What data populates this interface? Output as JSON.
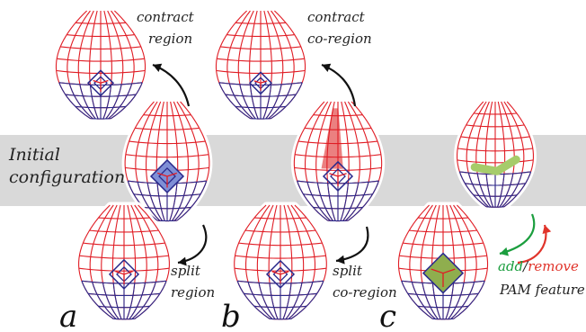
{
  "band_label": [
    "Initial",
    "configuration"
  ],
  "panels": {
    "a": {
      "letter": "a",
      "top_label": [
        "contract",
        "region"
      ],
      "bottom_label": [
        "split",
        "region"
      ],
      "highlight": "#7f8fd6"
    },
    "b": {
      "letter": "b",
      "top_label": [
        "contract",
        "co-region"
      ],
      "bottom_label": [
        "split",
        "co-region"
      ],
      "highlight": "#e86a6a"
    },
    "c": {
      "letter": "c",
      "add": "add",
      "slash": "/",
      "remove": "remove",
      "feature": "PAM feature",
      "feature_color": "#a6cc6a",
      "patch_color": "#8fae4e"
    }
  },
  "colors": {
    "band": "#d9d9d9",
    "mesh_red": "#e01c24",
    "mesh_blue": "#2a2a8c",
    "arrow": "#111111",
    "add_arrow": "#1b9e3e",
    "remove_arrow": "#e0332a"
  }
}
